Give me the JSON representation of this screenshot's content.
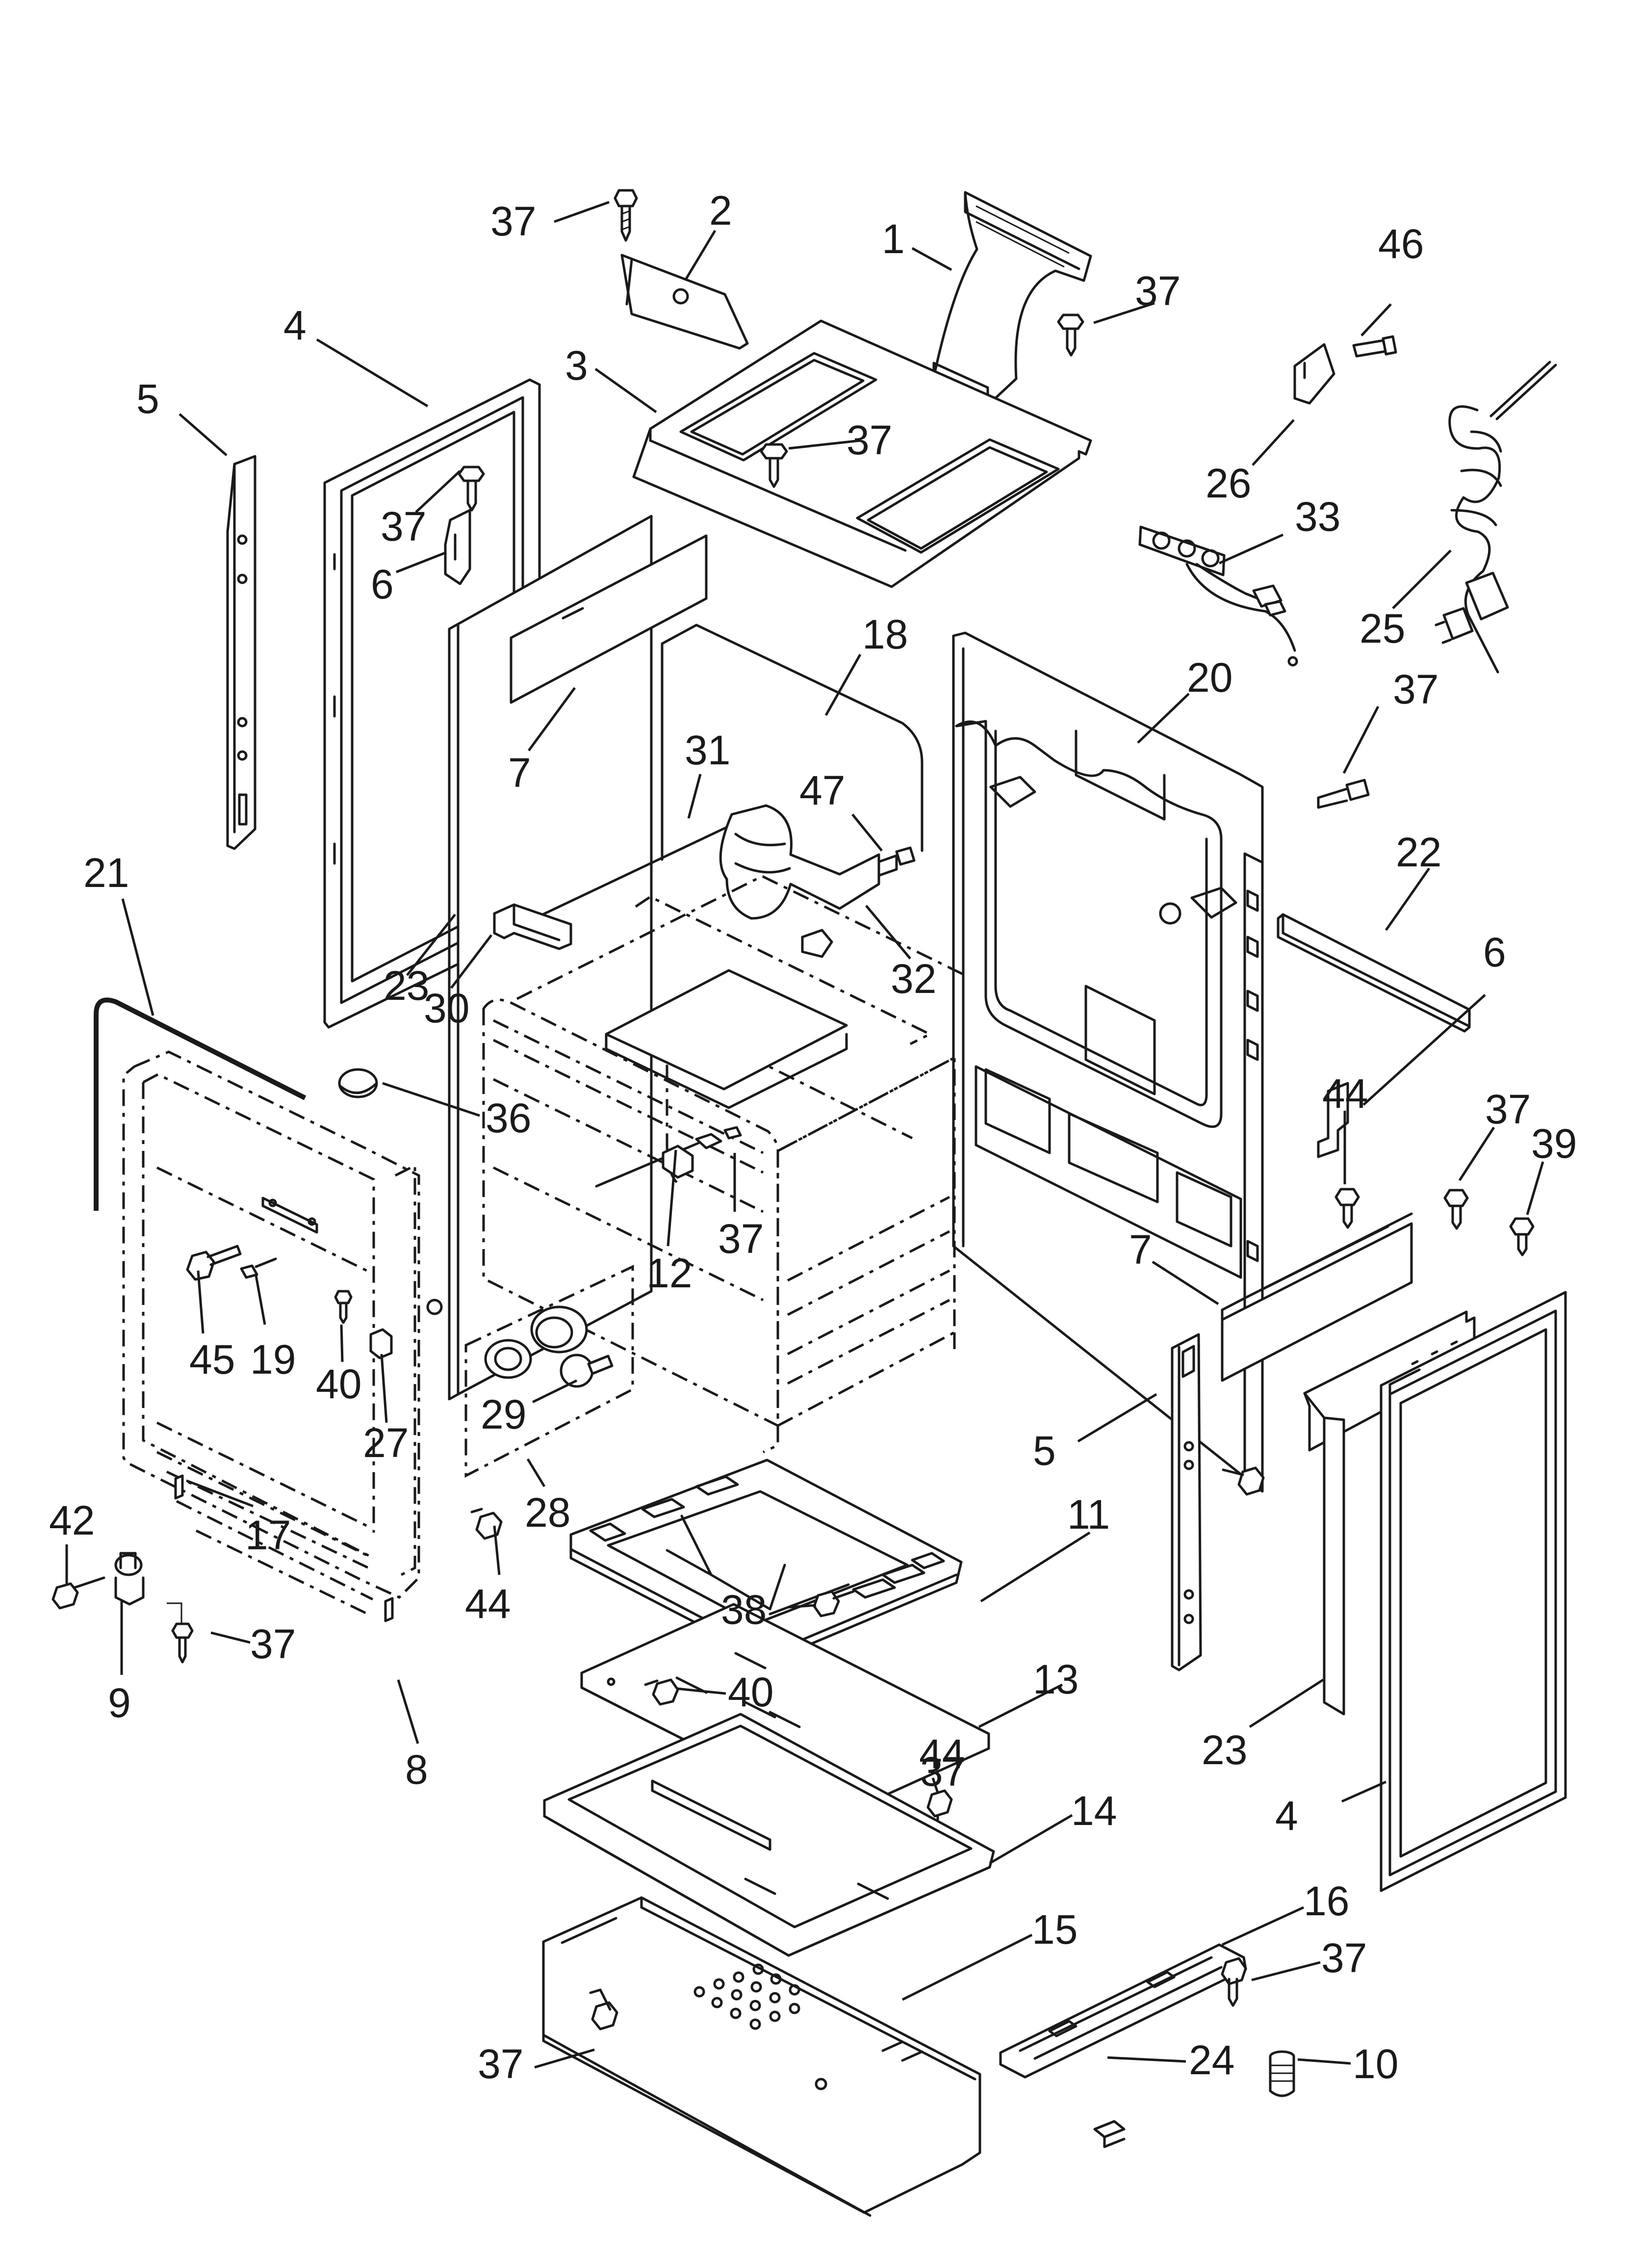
{
  "callouts": [
    {
      "text": "37"
    },
    {
      "text": "2"
    },
    {
      "text": "1"
    },
    {
      "text": "37"
    },
    {
      "text": "46"
    },
    {
      "text": "4"
    },
    {
      "text": "3"
    },
    {
      "text": "37"
    },
    {
      "text": "5"
    },
    {
      "text": "37"
    },
    {
      "text": "6"
    },
    {
      "text": "26"
    },
    {
      "text": "33"
    },
    {
      "text": "25"
    },
    {
      "text": "18"
    },
    {
      "text": "7"
    },
    {
      "text": "20"
    },
    {
      "text": "37"
    },
    {
      "text": "31"
    },
    {
      "text": "47"
    },
    {
      "text": "22"
    },
    {
      "text": "21"
    },
    {
      "text": "23"
    },
    {
      "text": "32"
    },
    {
      "text": "6"
    },
    {
      "text": "30"
    },
    {
      "text": "36"
    },
    {
      "text": "44"
    },
    {
      "text": "37"
    },
    {
      "text": "39"
    },
    {
      "text": "37"
    },
    {
      "text": "12"
    },
    {
      "text": "7"
    },
    {
      "text": "45"
    },
    {
      "text": "19"
    },
    {
      "text": "40"
    },
    {
      "text": "27"
    },
    {
      "text": "29"
    },
    {
      "text": "5"
    },
    {
      "text": "28"
    },
    {
      "text": "11"
    },
    {
      "text": "42"
    },
    {
      "text": "17"
    },
    {
      "text": "37"
    },
    {
      "text": "38"
    },
    {
      "text": "44"
    },
    {
      "text": "40"
    },
    {
      "text": "13"
    },
    {
      "text": "9"
    },
    {
      "text": "37"
    },
    {
      "text": "23"
    },
    {
      "text": "8"
    },
    {
      "text": "44"
    },
    {
      "text": "4"
    },
    {
      "text": "14"
    },
    {
      "text": "16"
    },
    {
      "text": "15"
    },
    {
      "text": "37"
    },
    {
      "text": "37"
    },
    {
      "text": "10"
    },
    {
      "text": "24"
    }
  ]
}
